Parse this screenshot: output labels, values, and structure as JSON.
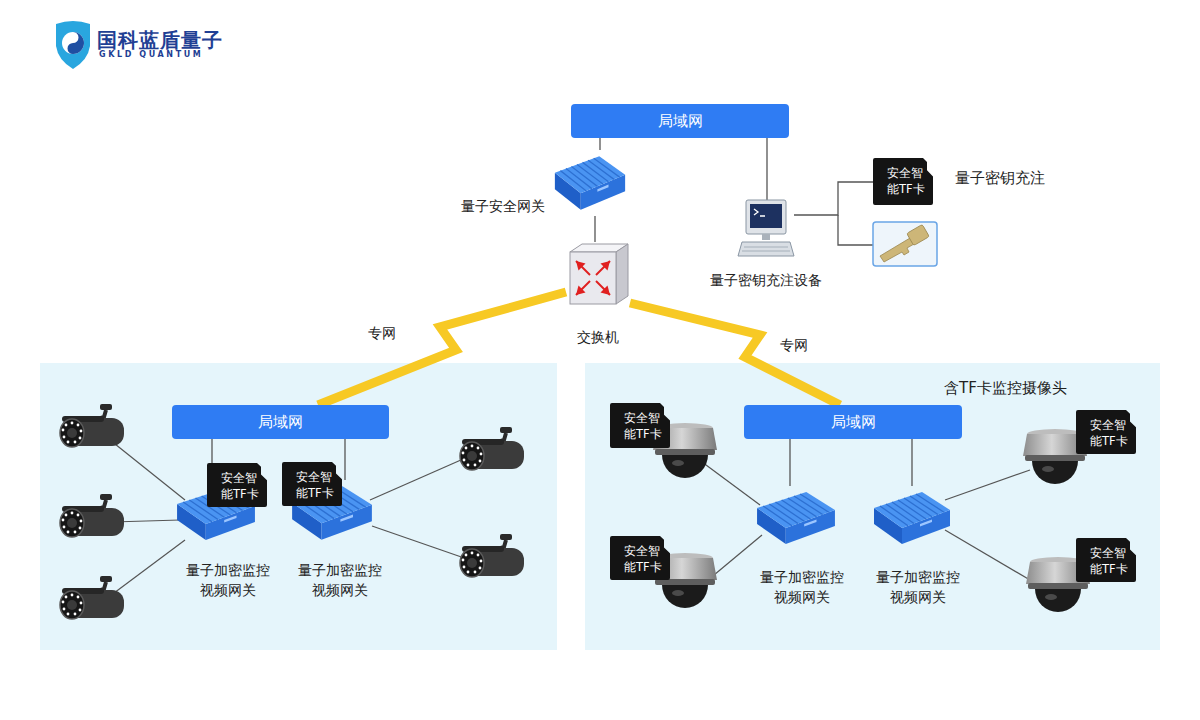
{
  "diagram": {
    "nodes": [
      {
        "text": [
          "局域网"
        ]
      },
      {
        "text": [
          "量子安全网关"
        ]
      },
      {
        "text": [
          "安全智 能TF卡"
        ]
      },
      {
        "text": [
          "量子密钥充注设备"
        ]
      },
      {
        "text": [
          "交换机"
        ]
      },
      {
        "text": [
          "局域网"
        ]
      },
      {
        "text": [
          "安全智 能TF卡"
        ]
      },
      {
        "text": [
          "量子加密监控 视频网关"
        ]
      },
      {
        "text": [
          "安全智 能TF卡"
        ]
      },
      {
        "text": [
          "量子加密监控 视频网关"
        ]
      },
      {
        "text": [
          "局域网"
        ]
      },
      {
        "text": [
          "安全智 能TF卡"
        ]
      },
      {
        "text": [
          "安全智 能TF卡"
        ]
      },
      {
        "text": [
          "量子加密监控 视频网关"
        ]
      },
      {
        "text": [
          "量子加密监控 视频网关"
        ]
      },
      {
        "text": [
          "安全智 能TF卡"
        ]
      },
      {
        "text": [
          "安全智 能TF卡"
        ]
      }
    ],
    "edges": [
      {
        "from": 0,
        "to": 1,
        "arrow": "none"
      },
      {
        "from": 0,
        "to": 3,
        "arrow": "none"
      },
      {
        "from": 1,
        "to": 4,
        "arrow": "none"
      },
      {
        "from": 3,
        "to": 2,
        "arrow": "none"
      },
      {
        "from": 4,
        "to": 5,
        "label": "专网",
        "arrow": "none"
      },
      {
        "from": 4,
        "to": 10,
        "label": "专网",
        "arrow": "none"
      },
      {
        "from": 5,
        "to": 7,
        "arrow": "none"
      },
      {
        "from": 5,
        "to": 9,
        "arrow": "none"
      },
      {
        "from": 10,
        "to": 13,
        "arrow": "none"
      },
      {
        "from": 10,
        "to": 14,
        "arrow": "none"
      }
    ],
    "labels": [
      "国科蓝盾量子",
      "GKLD QUANTUM",
      "量子密钥充注",
      "含TF卡监控摄像头"
    ]
  }
}
